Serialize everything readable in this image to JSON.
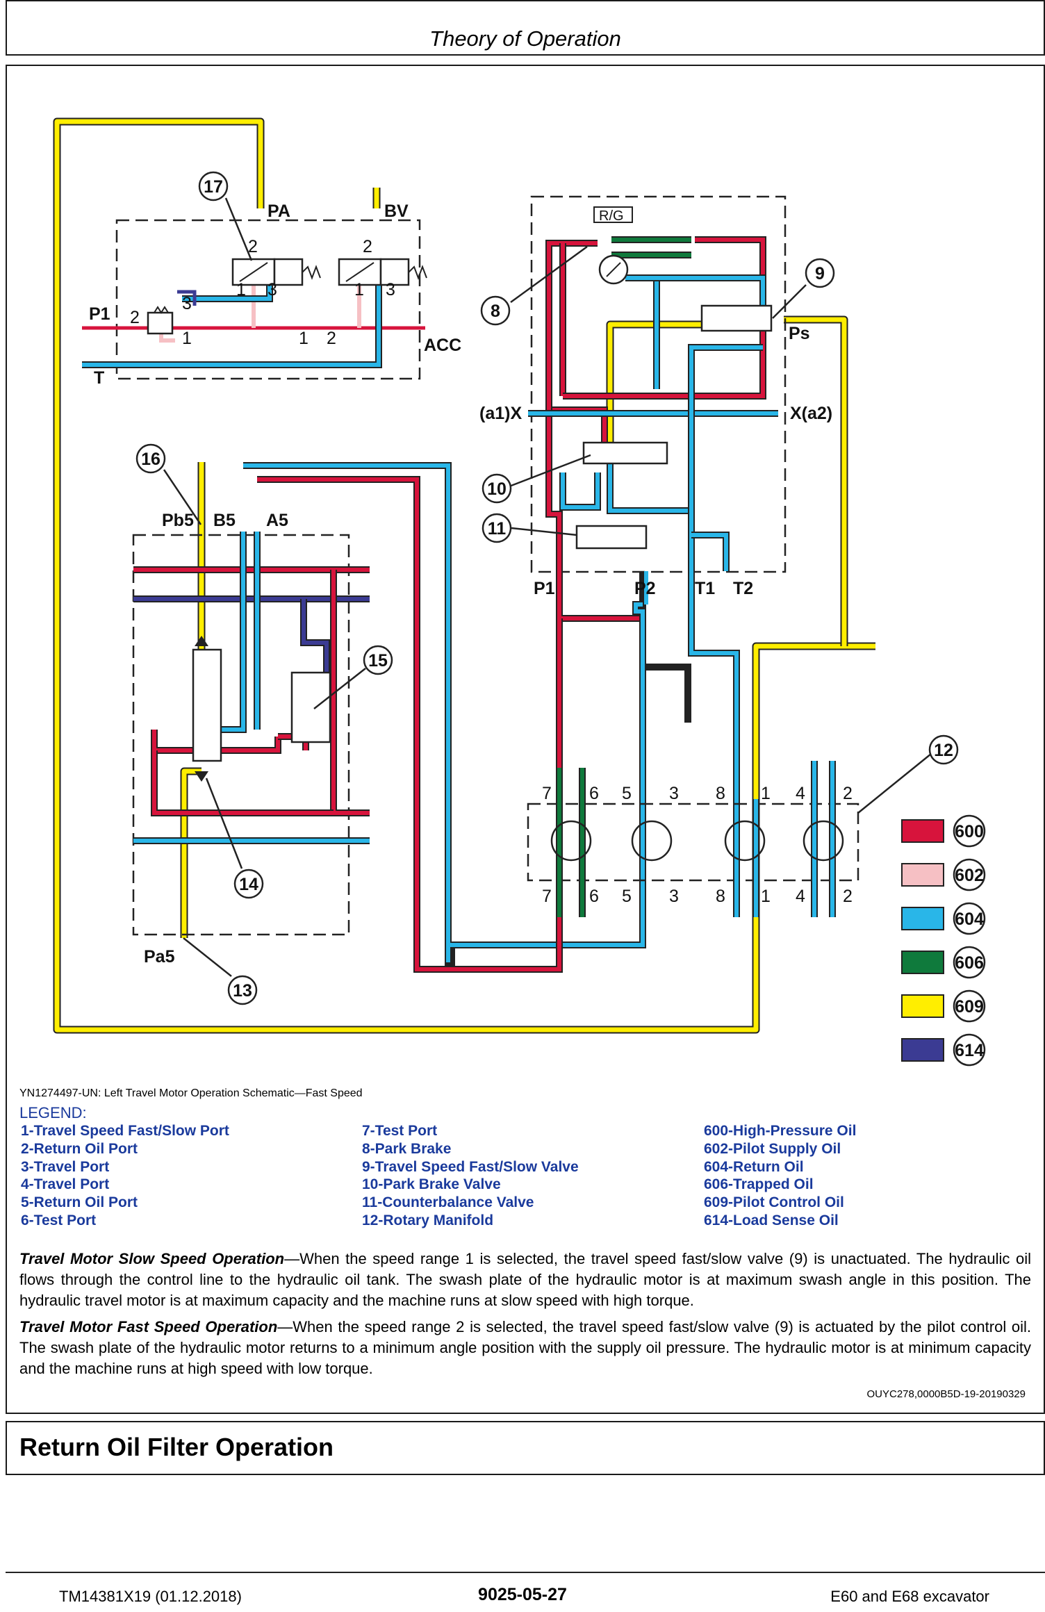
{
  "header": {
    "title": "Theory of Operation"
  },
  "schematic": {
    "port_labels": {
      "pa": "PA",
      "bv": "BV",
      "p1": "P1",
      "t": "T",
      "acc": "ACC",
      "valve_2a": "2",
      "valve_1a": "1",
      "valve_3a": "3",
      "valve_2b": "2",
      "valve_1b": "1",
      "valve_3b": "3",
      "relief_2": "2",
      "relief_3": "3",
      "relief_1": "1",
      "check_1": "1",
      "check_2": "2",
      "rg": "R/G",
      "ps": "Ps",
      "a1x": "(a1)X",
      "xa2": "X(a2)",
      "mp1": "P1",
      "mp2": "P2",
      "mt1": "T1",
      "mt2": "T2",
      "pb5": "Pb5",
      "b5": "B5",
      "a5": "A5",
      "pa5": "Pa5",
      "manifold_top": [
        "7",
        "6",
        "5",
        "3",
        "8",
        "1",
        "4",
        "2"
      ],
      "manifold_bottom": [
        "7",
        "6",
        "5",
        "3",
        "8",
        "1",
        "4",
        "2"
      ]
    },
    "callouts": [
      "17",
      "8",
      "9",
      "10",
      "11",
      "16",
      "15",
      "14",
      "13",
      "12"
    ],
    "color_key": [
      {
        "code": "600",
        "color": "#d7143c"
      },
      {
        "code": "602",
        "color": "#f6c0c4"
      },
      {
        "code": "604",
        "color": "#29b6e8"
      },
      {
        "code": "606",
        "color": "#0f7a3c"
      },
      {
        "code": "609",
        "color": "#ffee00"
      },
      {
        "code": "614",
        "color": "#3b3b93"
      }
    ],
    "line_colors": {
      "high_pressure": "#d7143c",
      "pilot_supply": "#f6c0c4",
      "return": "#29b6e8",
      "trapped": "#0f7a3c",
      "pilot_control": "#ffee00",
      "load_sense": "#3b3b93"
    }
  },
  "caption": "YN1274497-UN: Left Travel Motor Operation Schematic—Fast Speed",
  "legend": {
    "title": "LEGEND:",
    "col1": [
      "1-Travel Speed Fast/Slow Port",
      "2-Return Oil Port",
      "3-Travel Port",
      "4-Travel Port",
      "5-Return Oil Port",
      "6-Test Port"
    ],
    "col2": [
      "7-Test Port",
      "8-Park Brake",
      "9-Travel Speed Fast/Slow Valve",
      "10-Park Brake Valve",
      "11-Counterbalance Valve",
      "12-Rotary Manifold"
    ],
    "col3": [
      "600-High-Pressure Oil",
      "602-Pilot Supply Oil",
      "604-Return Oil",
      "606-Trapped Oil",
      "609-Pilot Control Oil",
      "614-Load Sense Oil"
    ]
  },
  "paragraphs": [
    {
      "heading": "Travel Motor Slow Speed Operation",
      "text": "—When the speed range 1 is selected, the travel speed fast/slow valve (9) is unactuated. The hydraulic oil flows through the control line to the hydraulic oil tank. The swash plate of the hydraulic motor is at maximum swash angle in this position. The hydraulic travel motor is at maximum capacity and the machine runs at slow speed with high torque."
    },
    {
      "heading": "Travel Motor Fast Speed Operation",
      "text": "—When the speed range 2 is selected, the travel speed fast/slow valve (9) is actuated by the pilot control oil. The swash plate of the hydraulic motor returns to a minimum angle position with the supply oil pressure. The hydraulic motor is at minimum capacity and the machine runs at high speed with low torque."
    }
  ],
  "doc_ref": "OUYC278,0000B5D-19-20190329",
  "section_title": "Return Oil Filter Operation",
  "footer": {
    "left": "TM14381X19 (01.12.2018)",
    "center": "9025-05-27",
    "right": "E60 and E68 excavator"
  }
}
